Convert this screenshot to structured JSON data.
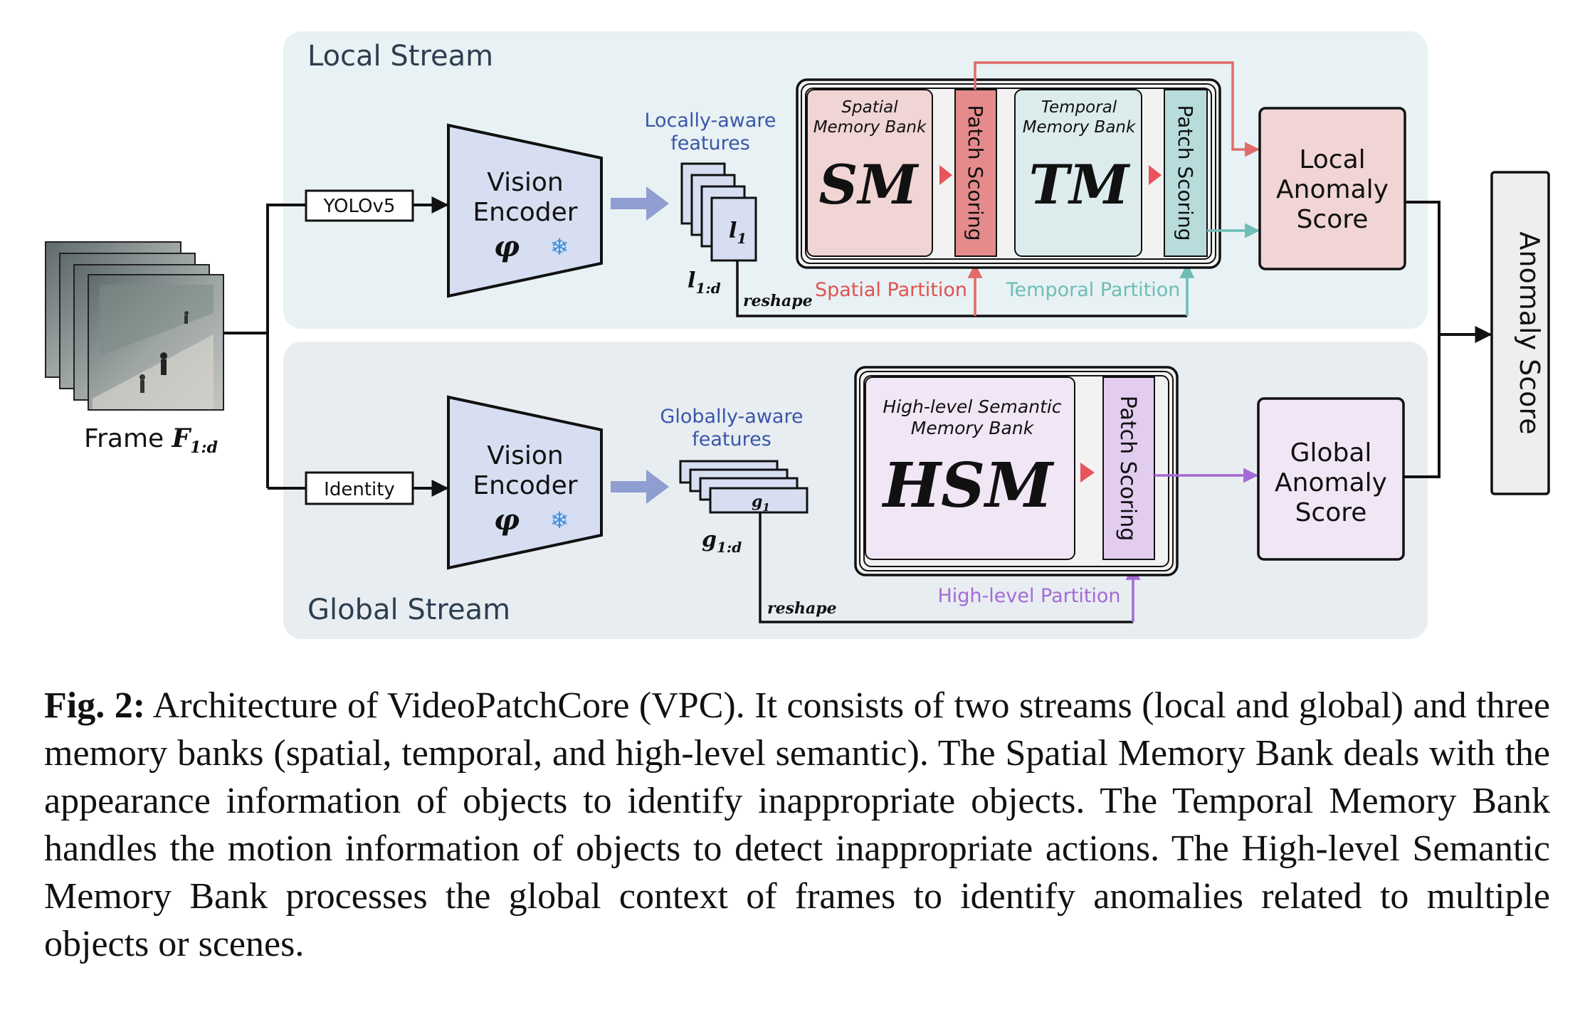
{
  "diagram": {
    "local_stream_title": "Local Stream",
    "global_stream_title": "Global Stream",
    "frame_label": "Frame ",
    "frame_symbol": "F",
    "frame_subscript": "1:d",
    "yolo_label": "YOLOv5",
    "identity_label": "Identity",
    "encoder_line1": "Vision",
    "encoder_line2": "Encoder",
    "encoder_symbol": "φ",
    "freeze_icon": "snowflake-icon",
    "local_features_line1": "Locally-aware",
    "local_features_line2": "features",
    "global_features_line1": "Globally-aware",
    "global_features_line2": "features",
    "l1_symbol": "l",
    "l1_sub": "1",
    "l_range_symbol": "l",
    "l_range_sub": "1:d",
    "g1_symbol": "g",
    "g1_sub": "1",
    "g_range_symbol": "g",
    "g_range_sub": "1:d",
    "reshape_label": "reshape",
    "spatial_bank_line1": "Spatial",
    "spatial_bank_line2": "Memory Bank",
    "sm_symbol": "SM",
    "temporal_bank_line1": "Temporal",
    "temporal_bank_line2": "Memory Bank",
    "tm_symbol": "TM",
    "hsm_bank_line1": "High-level Semantic",
    "hsm_bank_line2": "Memory Bank",
    "hsm_symbol": "HSM",
    "patch_scoring_label": "Patch Scoring",
    "spatial_partition_label": "Spatial Partition",
    "temporal_partition_label": "Temporal Partition",
    "highlevel_partition_label": "High-level Partition",
    "local_score_line1": "Local",
    "local_score_line2": "Anomaly",
    "local_score_line3": "Score",
    "global_score_line1": "Global",
    "global_score_line2": "Anomaly",
    "global_score_line3": "Score",
    "final_score_label": "Anomaly Score"
  },
  "caption": {
    "label": "Fig. 2:",
    "text": "Architecture of VideoPatchCore (VPC). It consists of two streams (local and global) and three memory banks (spatial, temporal, and high-level semantic). The Spatial Memory Bank deals with the appearance information of objects to identify inappropriate objects. The Temporal Memory Bank handles the motion information of objects to detect inappropriate actions. The High-level Semantic Memory Bank processes the global context of frames to identify anomalies related to multiple objects or scenes."
  },
  "colors": {
    "stream_bg_local": "#e8f1f3",
    "stream_bg_global": "#e8edf2",
    "encoder_fill": "#d7def1",
    "spatial_fill": "#f1d4d4",
    "patch_red": "#e58b8b",
    "temporal_fill": "#dcecec",
    "patch_teal": "#b7dcdb",
    "hsm_fill": "#f1e6f6",
    "patch_purple": "#e2cdef",
    "spatial_text": "#e05252",
    "temporal_text": "#6fbdb7",
    "highlevel_text": "#a56ad4",
    "feature_text": "#3a56a8",
    "arrow_blue": "#8f9dd0"
  }
}
